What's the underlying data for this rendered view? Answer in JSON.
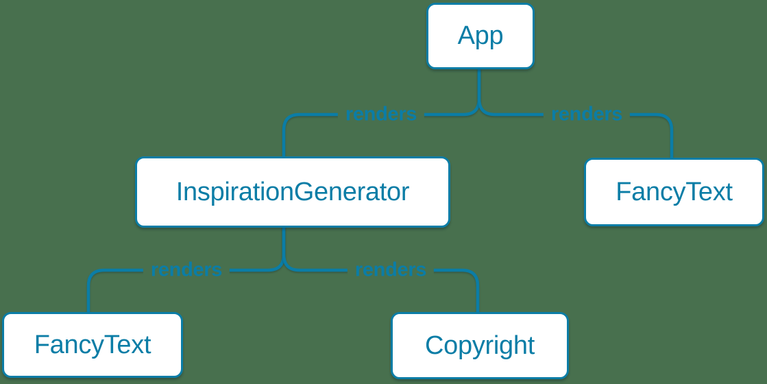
{
  "colors": {
    "background": "#48704E",
    "accent": "#0B7DA6",
    "box_fill": "#FFFFFF"
  },
  "diagram": {
    "type": "render-tree",
    "nodes": [
      {
        "id": "app",
        "label": "App"
      },
      {
        "id": "inspiration-generator",
        "label": "InspirationGenerator"
      },
      {
        "id": "fancy-text-top-right",
        "label": "FancyText"
      },
      {
        "id": "fancy-text-bottom-left",
        "label": "FancyText"
      },
      {
        "id": "copyright",
        "label": "Copyright"
      }
    ],
    "edges": [
      {
        "from": "App",
        "to": "InspirationGenerator",
        "label": "renders"
      },
      {
        "from": "App",
        "to": "FancyText",
        "label": "renders"
      },
      {
        "from": "InspirationGenerator",
        "to": "FancyText",
        "label": "renders"
      },
      {
        "from": "InspirationGenerator",
        "to": "Copyright",
        "label": "renders"
      }
    ]
  }
}
